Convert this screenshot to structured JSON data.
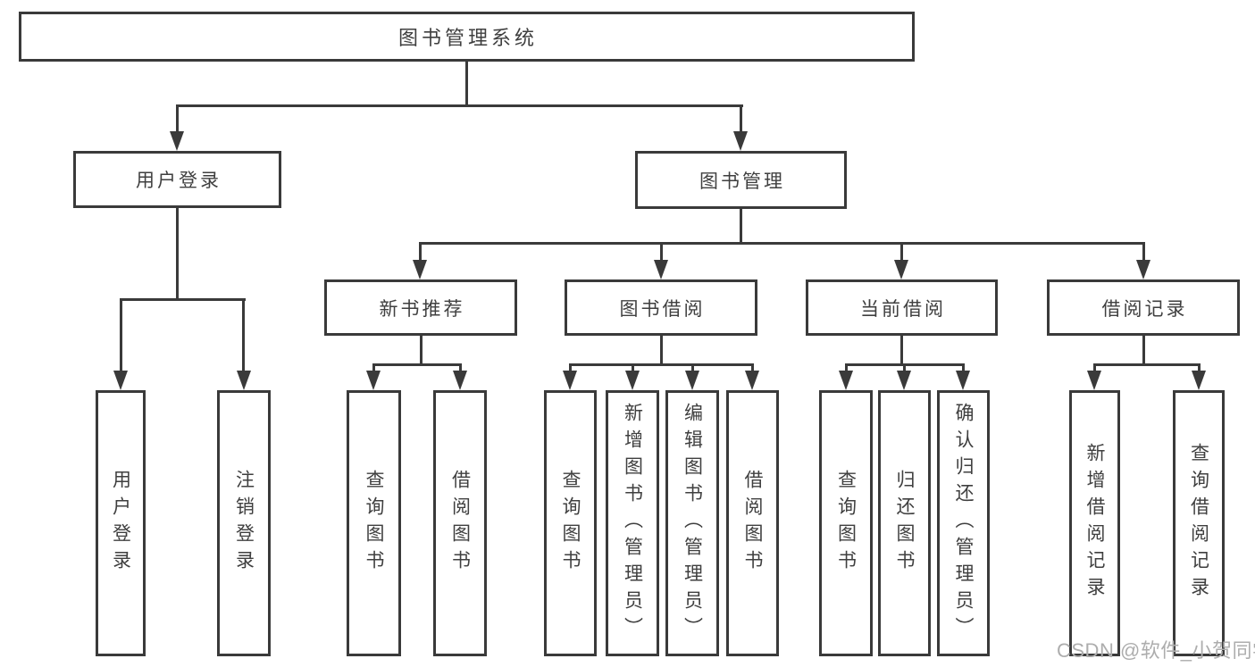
{
  "colors": {
    "line": "#3a3a3a",
    "text": "#3f3f3f",
    "watermark": "#adadad"
  },
  "watermark": {
    "text": "CSDN @软件_小贺同学"
  },
  "nodes": {
    "root": {
      "label": "图书管理系统"
    },
    "level2": [
      {
        "label": "用户登录"
      },
      {
        "label": "图书管理"
      }
    ],
    "level3": [
      {
        "label": "新书推荐"
      },
      {
        "label": "图书借阅"
      },
      {
        "label": "当前借阅"
      },
      {
        "label": "借阅记录"
      }
    ],
    "leaves": [
      {
        "label": "用户登录"
      },
      {
        "label": "注销登录"
      },
      {
        "label": "查询图书"
      },
      {
        "label": "借阅图书"
      },
      {
        "label": "查询图书"
      },
      {
        "label": "新增图书（管理员）"
      },
      {
        "label": "编辑图书（管理员）"
      },
      {
        "label": "借阅图书"
      },
      {
        "label": "查询图书"
      },
      {
        "label": "归还图书"
      },
      {
        "label": "确认归还（管理员）"
      },
      {
        "label": "新增借阅记录"
      },
      {
        "label": "查询借阅记录"
      }
    ]
  }
}
